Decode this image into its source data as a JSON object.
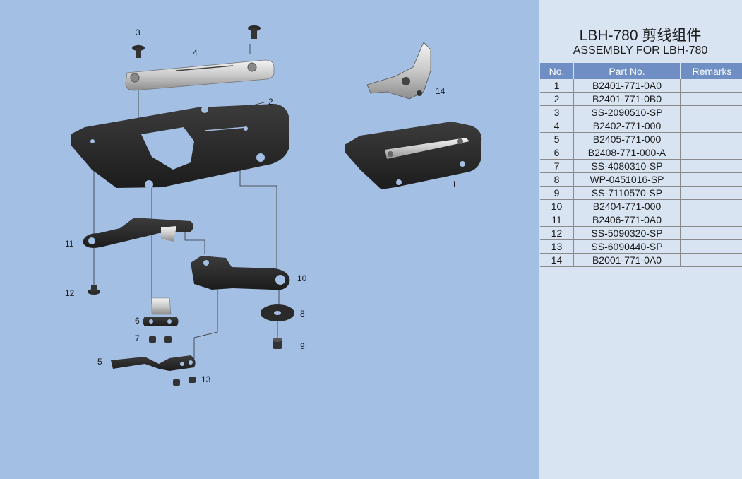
{
  "title": {
    "chinese": "LBH-780 剪线组件",
    "english": "ASSEMBLY FOR LBH-780"
  },
  "table": {
    "headers": [
      "No.",
      "Part No.",
      "Remarks"
    ],
    "rows": [
      {
        "no": "1",
        "part": "B2401-771-0A0",
        "remarks": ""
      },
      {
        "no": "2",
        "part": "B2401-771-0B0",
        "remarks": ""
      },
      {
        "no": "3",
        "part": "SS-2090510-SP",
        "remarks": ""
      },
      {
        "no": "4",
        "part": "B2402-771-000",
        "remarks": ""
      },
      {
        "no": "5",
        "part": "B2405-771-000",
        "remarks": ""
      },
      {
        "no": "6",
        "part": "B2408-771-000-A",
        "remarks": ""
      },
      {
        "no": "7",
        "part": "SS-4080310-SP",
        "remarks": ""
      },
      {
        "no": "8",
        "part": "WP-0451016-SP",
        "remarks": ""
      },
      {
        "no": "9",
        "part": "SS-7110570-SP",
        "remarks": ""
      },
      {
        "no": "10",
        "part": "B2404-771-000",
        "remarks": ""
      },
      {
        "no": "11",
        "part": "B2406-771-0A0",
        "remarks": ""
      },
      {
        "no": "12",
        "part": "SS-5090320-SP",
        "remarks": ""
      },
      {
        "no": "13",
        "part": "SS-6090440-SP",
        "remarks": ""
      },
      {
        "no": "14",
        "part": "B2001-771-0A0",
        "remarks": ""
      }
    ]
  },
  "callouts": {
    "c1": "1",
    "c2": "2",
    "c3": "3",
    "c4": "4",
    "c5": "5",
    "c6": "6",
    "c7": "7",
    "c8": "8",
    "c9": "9",
    "c10": "10",
    "c11": "11",
    "c12": "12",
    "c13": "13",
    "c14": "14"
  },
  "colors": {
    "diagram_background": "#a4bfe4",
    "panel_background": "#d9e4f3",
    "table_header": "#6f8fc4"
  }
}
